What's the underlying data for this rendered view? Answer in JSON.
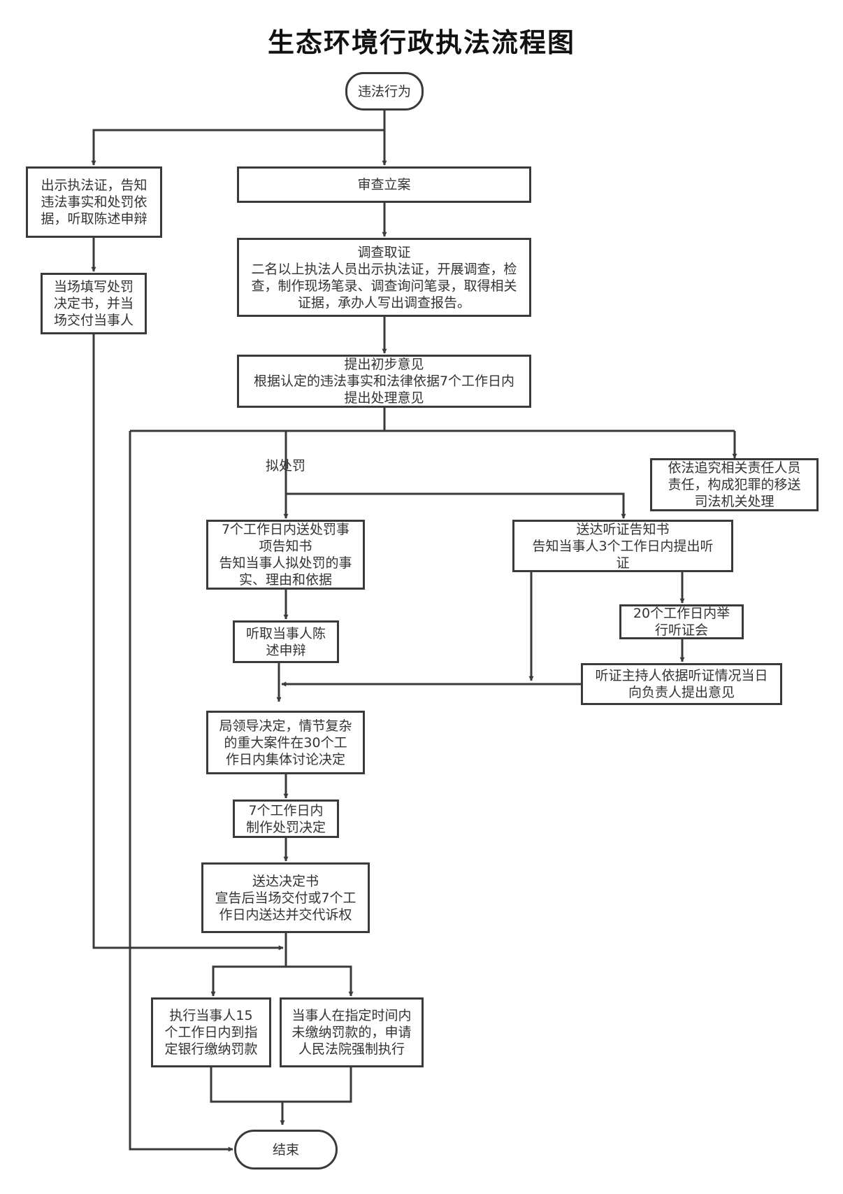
{
  "title": "生态环境行政执法流程图",
  "nodes": {
    "start": "违法行为",
    "show_cert": "出示执法证，告知\n违法事实和处罚依\n据，听取陈述申辩",
    "onsite_decision": "当场填写处罚\n决定书，并当\n场交付当事人",
    "review": "审查立案",
    "investigate": "调查取证\n二名以上执法人员出示执法证，开展调查，检\n查，制作现场笔录、调查询问笔录，取得相关\n证据，承办人写出调查报告。",
    "initial_opinion": "提出初步意见\n根据认定的违法事实和法律依据7个工作日内\n提出处理意见",
    "judicial": "依法追究相关责任人员\n责任，构成犯罪的移送\n司法机关处理",
    "notice": "7个工作日内送处罚事\n项告知书\n告知当事人拟处罚的事\n实、理由和依据",
    "hearing_notice": "送达听证告知书\n告知当事人3个工作日内提出听\n证",
    "listen": "听取当事人陈\n述申辩",
    "hold_hearing": "20个工作日内举\n行听证会",
    "host_opinion": "听证主持人依据听证情况当日\n向负责人提出意见",
    "bureau_decision": "局领导决定，情节复杂\n的重大案件在30个工\n作日内集体讨论决定",
    "make_decision": "7个工作日内\n制作处罚决定",
    "deliver": "送达决定书\n宣告后当场交付或7个工\n作日内送达并交代诉权",
    "execute": "执行当事人15\n个工作日内到指\n定银行缴纳罚款",
    "enforce": "当事人在指定时间内\n未缴纳罚款的，申请\n人民法院强制执行",
    "end": "结束"
  },
  "labels": {
    "proposed_penalty": "拟处罚"
  },
  "colors": {
    "line": "#3a3a3a",
    "text": "#333333",
    "background": "#ffffff"
  }
}
